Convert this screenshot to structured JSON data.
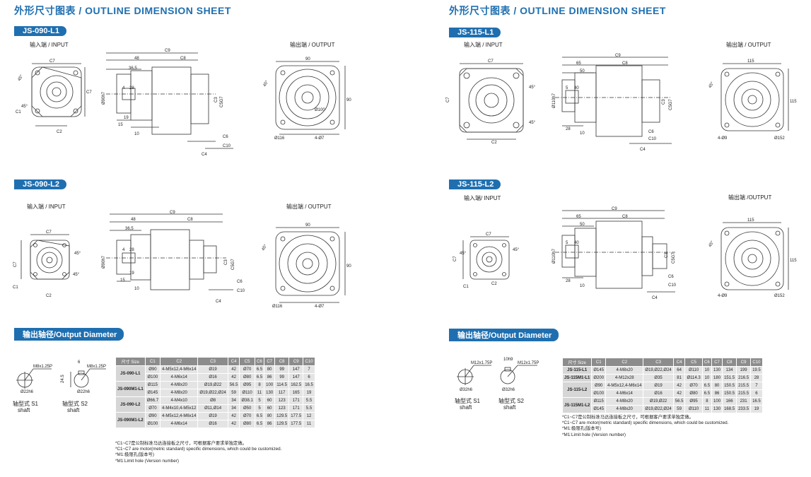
{
  "left": {
    "title": "外形尺寸图表 / OUTLINE DIMENSION SHEET",
    "model1": "JS-090-L1",
    "model2": "JS-090-L2",
    "input_label": "输入端 / INPUT",
    "output_label": "输出端 / OUTPUT",
    "shaft_title": "输出轴径/Output Diameter",
    "shaft_s1": "轴型式 S1",
    "shaft_s1_en": "shaft",
    "shaft_s2": "轴型式 S2",
    "shaft_s2_en": "shaft",
    "table": {
      "headers": [
        "尺寸 Size",
        "C1",
        "C2",
        "C3",
        "C4",
        "C5",
        "C6",
        "C7",
        "C8",
        "C9",
        "C10"
      ],
      "groups": [
        {
          "model": "JS-090-L1",
          "rows": [
            [
              "Ø90",
              "4-M5x12,4-M6x14",
              "Ø19",
              "42",
              "Ø70",
              "6.5",
              "80",
              "99",
              "147",
              "7"
            ],
            [
              "Ø100",
              "4-M6x14",
              "Ø16",
              "42",
              "Ø80",
              "6.5",
              "86",
              "99",
              "147",
              "6"
            ]
          ]
        },
        {
          "model": "JS-090M1-L1",
          "rows": [
            [
              "Ø115",
              "4-M8x20",
              "Ø19,Ø22",
              "56.5",
              "Ø95",
              "8",
              "100",
              "114.5",
              "162.5",
              "16.5"
            ],
            [
              "Ø145",
              "4-M8x20",
              "Ø19,Ø22,Ø24",
              "59",
              "Ø110",
              "11",
              "130",
              "117",
              "165",
              "19"
            ]
          ]
        },
        {
          "model": "JS-090-L2",
          "rows": [
            [
              "Ø66.7",
              "4-M4x10",
              "Ø8",
              "34",
              "Ø38.1",
              "5",
              "60",
              "123",
              "171",
              "5.5"
            ],
            [
              "Ø70",
              "4-M4x10,4-M5x12",
              "Ø11,Ø14",
              "34",
              "Ø50",
              "5",
              "60",
              "123",
              "171",
              "5.5"
            ]
          ]
        },
        {
          "model": "JS-090M1-L2",
          "rows": [
            [
              "Ø90",
              "4-M5x12,4-M6x14",
              "Ø19",
              "42",
              "Ø70",
              "6.5",
              "80",
              "129.5",
              "177.5",
              "12"
            ],
            [
              "Ø100",
              "4-M6x14",
              "Ø16",
              "42",
              "Ø80",
              "6.5",
              "86",
              "129.5",
              "177.5",
              "11"
            ]
          ]
        }
      ]
    },
    "notes": [
      "*C1~C7是公制标准马达连接板之尺寸，可根据客户要求单独定做。",
      "*C1~C7 are motor(metric standard) specific dimensions, which could be customized.",
      "*M1:极限孔(版本号)",
      "*M1:Limit hole (Version number)"
    ]
  },
  "right": {
    "title": "外形尺寸图表 / OUTLINE DIMENSION SHEET",
    "model1": "JS-115-L1",
    "model2": "JS-115-L2",
    "input_label": "输入端 / INPUT",
    "output_label": "输出端 / OUTPUT",
    "input_label2": "输入端/ INPUT",
    "output_label2": "输出端 /OUTPUT",
    "shaft_title": "输出轴径/Output Diameter",
    "shaft_s1": "轴型式 S1",
    "shaft_s1_en": "shaft",
    "shaft_s2": "轴型式 S2",
    "shaft_s2_en": "shaft",
    "table": {
      "headers": [
        "尺寸 Size",
        "C1",
        "C2",
        "C3",
        "C4",
        "C5",
        "C6",
        "C7",
        "C8",
        "C9",
        "C10"
      ],
      "groups": [
        {
          "model": "JS-115-L1",
          "rows": [
            [
              "Ø145",
              "4-M8x20",
              "Ø19,Ø22,Ø24",
              "64",
              "Ø110",
              "10",
              "130",
              "134",
              "199",
              "19.5"
            ]
          ]
        },
        {
          "model": "JS-115M1-L1",
          "rows": [
            [
              "Ø200",
              "4-M12x28",
              "Ø35",
              "81",
              "Ø114.3",
              "10",
              "180",
              "151.5",
              "216.5",
              "28"
            ]
          ]
        },
        {
          "model": "JS-115-L2",
          "rows": [
            [
              "Ø90",
              "4-M5x12,4-M6x14",
              "Ø19",
              "42",
              "Ø70",
              "6.5",
              "80",
              "150.5",
              "215.5",
              "7"
            ],
            [
              "Ø100",
              "4-M6x14",
              "Ø16",
              "42",
              "Ø80",
              "6.5",
              "86",
              "150.5",
              "215.5",
              "6"
            ]
          ]
        },
        {
          "model": "JS-115M1-L2",
          "rows": [
            [
              "Ø115",
              "4-M8x20",
              "Ø19,Ø22",
              "56.5",
              "Ø95",
              "8",
              "100",
              "166",
              "231",
              "16.5"
            ],
            [
              "Ø145",
              "4-M8x20",
              "Ø19,Ø22,Ø24",
              "59",
              "Ø110",
              "11",
              "130",
              "168.5",
              "233.5",
              "19"
            ]
          ]
        }
      ]
    },
    "notes": [
      "*C1~C7是公制标准马达连接板之尺寸，可根据客户要求单独定做。",
      "*C1~C7 are motor(metric standard) specific dimensions, which could be customized.",
      "*M1:极限孔(版本号)",
      "*M1:Limit hole (Version number)"
    ]
  }
}
